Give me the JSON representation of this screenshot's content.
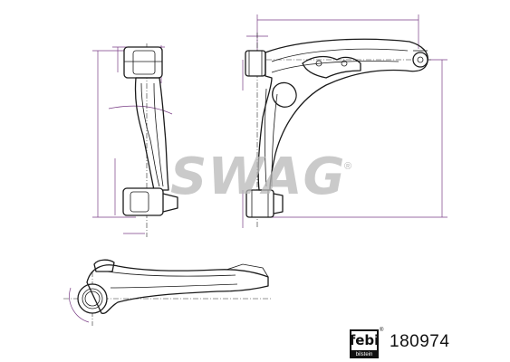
{
  "watermark": {
    "text": "SWAG",
    "mark": "®"
  },
  "brand": {
    "logo_text": "febi",
    "logo_subtext": "bilstein",
    "logo_mark": "®"
  },
  "part_number": "180974",
  "colors": {
    "line": "#1a1a1a",
    "dimension": "#7a3e86",
    "watermark": "#b9b9b9"
  }
}
